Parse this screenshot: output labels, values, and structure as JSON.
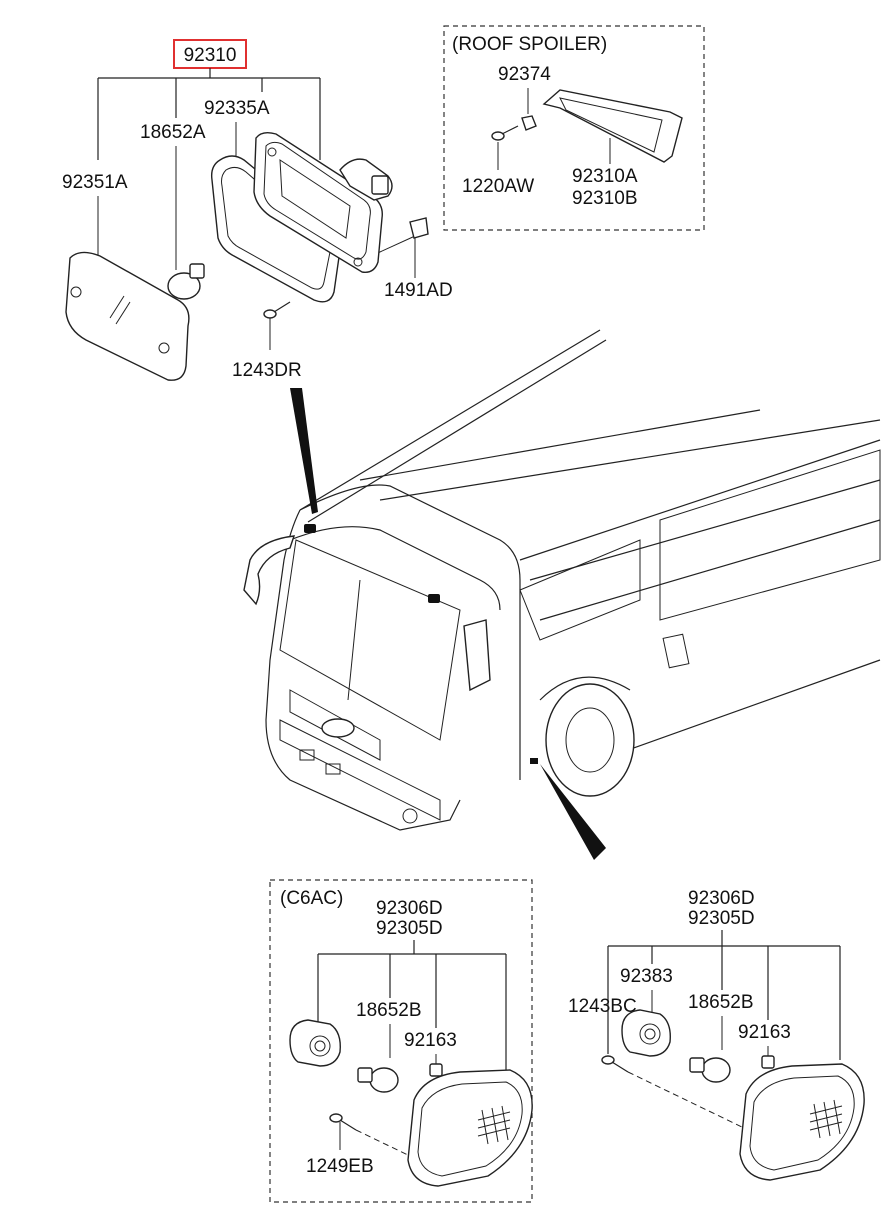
{
  "diagram": {
    "highlighted_part": "92310",
    "top_assembly": {
      "lens": "92351A",
      "bulb": "18652A",
      "gasket": "92335A",
      "clip": "1491AD",
      "screw": "1243DR"
    },
    "roof_spoiler": {
      "title": "(ROOF SPOILER)",
      "socket": "92374",
      "screw": "1220AW",
      "lamp_lh": "92310A",
      "lamp_rh": "92310B"
    },
    "side_repeater_c6ac": {
      "title": "(C6AC)",
      "lamp_lh": "92306D",
      "lamp_rh": "92305D",
      "bulb": "18652B",
      "socket": "92163",
      "screw": "1249EB"
    },
    "side_repeater": {
      "lamp_lh": "92306D",
      "lamp_rh": "92305D",
      "holder": "92383",
      "screw": "1243BC",
      "bulb": "18652B",
      "socket": "92163"
    }
  }
}
